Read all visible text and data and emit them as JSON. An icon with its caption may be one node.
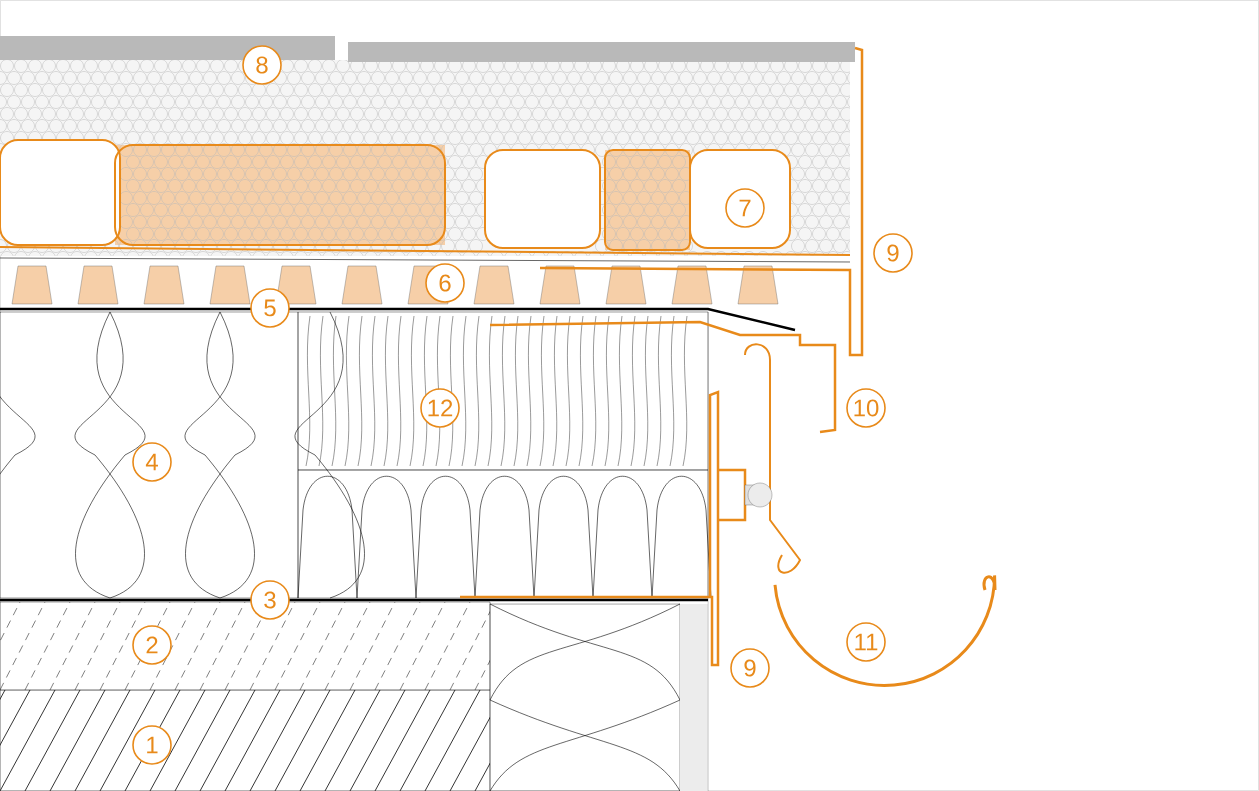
{
  "diagram": {
    "labels": [
      "8",
      "7",
      "9",
      "6",
      "5",
      "10",
      "12",
      "4",
      "3",
      "2",
      "9",
      "11",
      "1"
    ]
  }
}
